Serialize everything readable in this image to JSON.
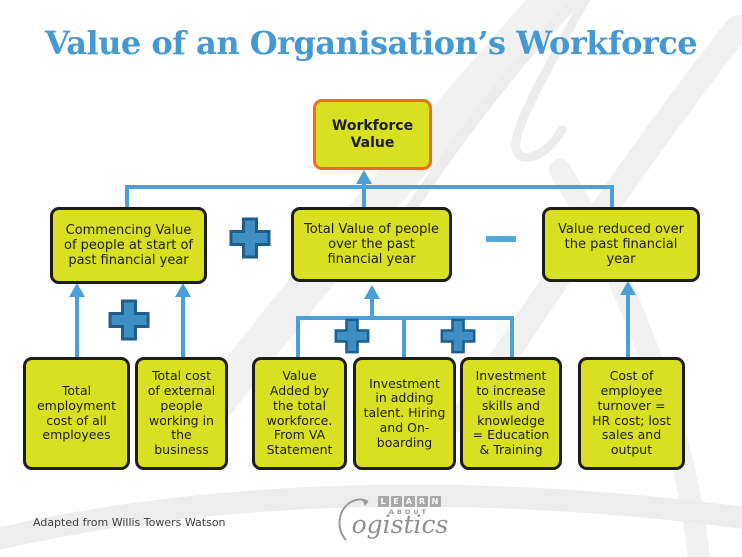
{
  "title": "Value of an Organisation’s Workforce",
  "diagram": {
    "root": {
      "label": "Workforce Value"
    },
    "level2": [
      {
        "label": "Commencing Value of people at start of past financial year"
      },
      {
        "label": "Total Value of people over the past financial year"
      },
      {
        "label": "Value reduced over the past financial year"
      }
    ],
    "level2_operators": [
      "+",
      "−"
    ],
    "level3": [
      {
        "label": "Total employment cost of all employees"
      },
      {
        "label": "Total cost of external people working in the business"
      },
      {
        "label": "Value Added by the total workforce. From VA Statement"
      },
      {
        "label": "Investment in adding talent. Hiring and On-boarding"
      },
      {
        "label": "Investment to increase skills and knowledge = Education & Training"
      },
      {
        "label": "Cost of employee turnover = HR cost; lost sales and output"
      }
    ],
    "level3_operators": [
      "+",
      "+",
      "+"
    ]
  },
  "footer": {
    "attribution": "Adapted from Willis Towers Watson"
  },
  "logo": {
    "learn_letters": [
      "L",
      "E",
      "A",
      "R",
      "N"
    ],
    "about": "ABOUT",
    "script": "ogistics"
  },
  "colors": {
    "title": "#4599d3",
    "box_fill": "#d9e021",
    "box_border": "#1d1d1b",
    "root_border": "#f26b21",
    "connector": "#4ba0d9",
    "operator_fill": "#3f8fc5",
    "operator_stroke": "#1e5e8c",
    "watermark": "#eeeeee"
  }
}
